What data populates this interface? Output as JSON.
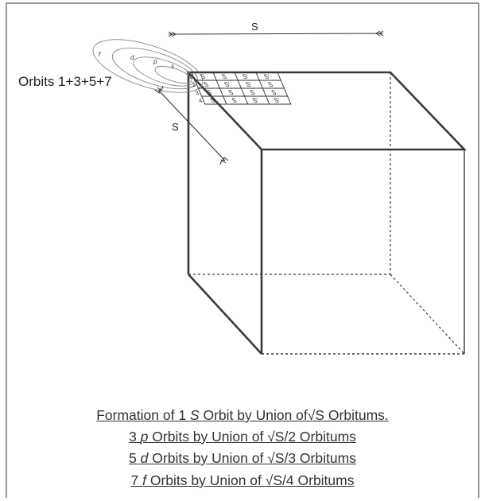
{
  "diagram": {
    "orbits_label": "Orbits 1+3+5+7",
    "top_dimension_label": "S",
    "diagonal_dimension_label": "S",
    "orbit_letters": [
      "f",
      "d",
      "p",
      "s"
    ],
    "row_numbers": [
      "1",
      "2",
      "3",
      "4"
    ],
    "grid_cell_label": "S",
    "grid_cell_label_primed": "S'"
  },
  "caption": {
    "line1_pre": "Formation of 1 ",
    "line1_italic": "S",
    "line1_post": " Orbit by Union of√S Orbitums.",
    "line2_pre": "3 ",
    "line2_italic": "p",
    "line2_post": " Orbits by Union of  √S/2  Orbitums",
    "line3_pre": "5 ",
    "line3_italic": "d",
    "line3_post": "  Orbits by Union of  √S/3  Orbitums",
    "line4_pre": "7 ",
    "line4_italic": "f",
    "line4_post": "  Orbits by Union of  √S/4  Orbitums"
  }
}
